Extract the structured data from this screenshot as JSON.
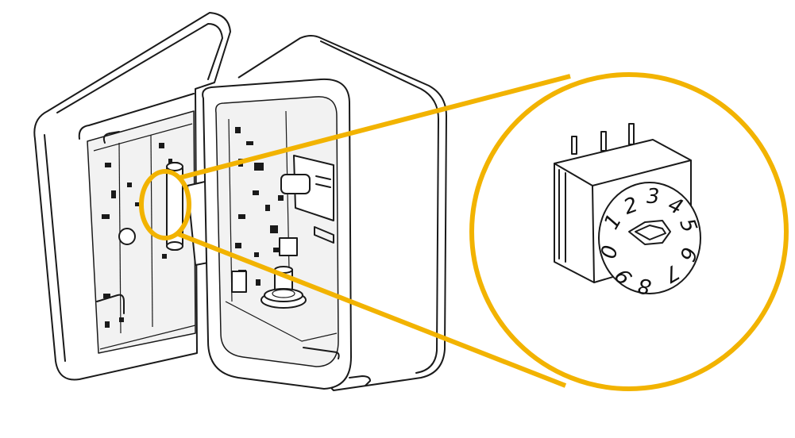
{
  "colors": {
    "callout": "#f2b300",
    "line": "#1a1a1a",
    "background": "#ffffff"
  },
  "rotary_switch": {
    "digits": [
      "0",
      "1",
      "2",
      "3",
      "4",
      "5",
      "6",
      "7",
      "8",
      "9"
    ],
    "pointer_icon": "arrow-pointer-icon"
  }
}
